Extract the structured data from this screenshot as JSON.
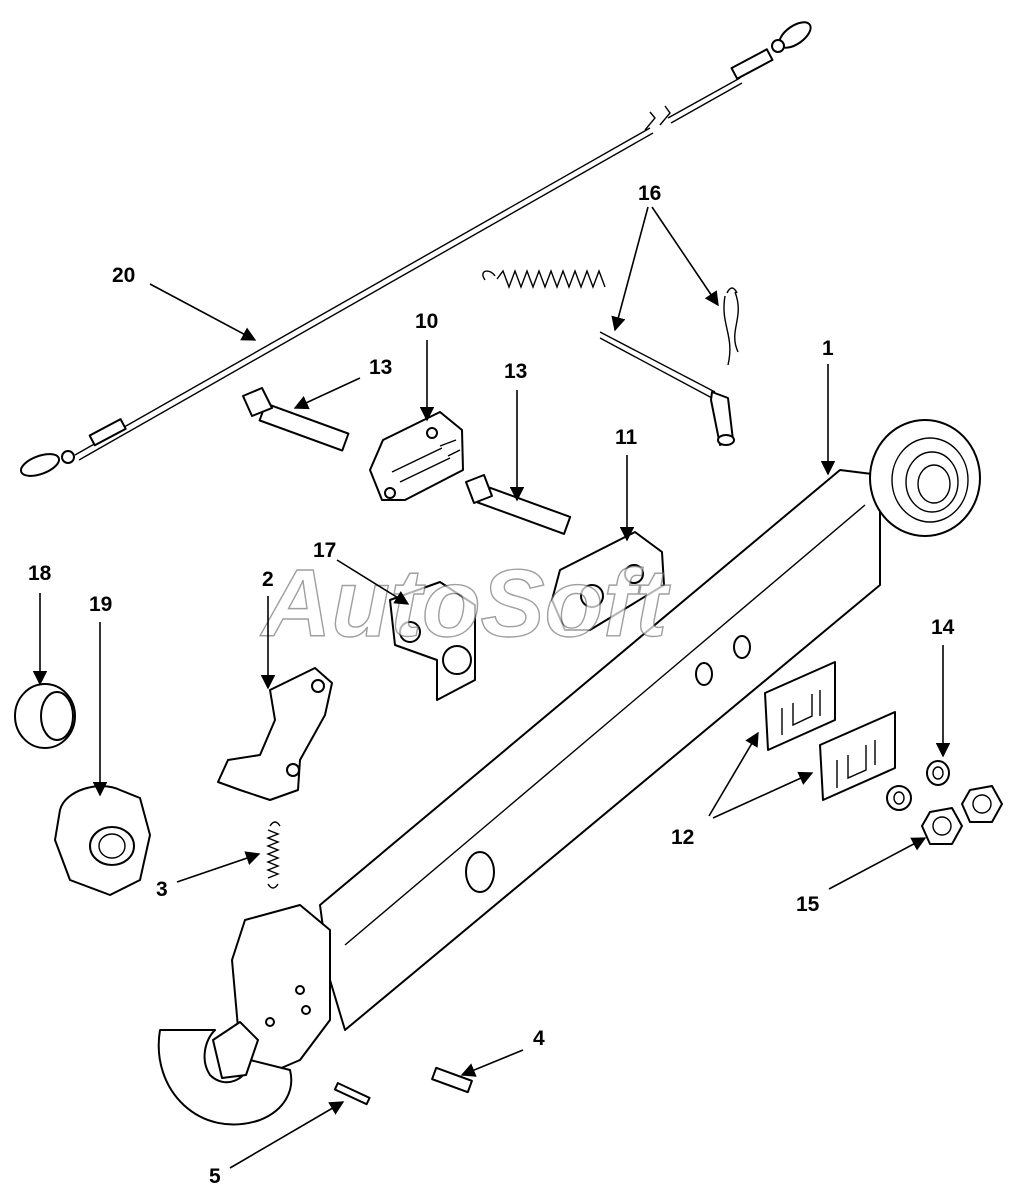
{
  "watermark": "AutoSoft",
  "callouts": [
    {
      "id": "c1",
      "label": "1"
    },
    {
      "id": "c2",
      "label": "2"
    },
    {
      "id": "c3",
      "label": "3"
    },
    {
      "id": "c4",
      "label": "4"
    },
    {
      "id": "c5",
      "label": "5"
    },
    {
      "id": "c10",
      "label": "10"
    },
    {
      "id": "c11",
      "label": "11"
    },
    {
      "id": "c12",
      "label": "12"
    },
    {
      "id": "c13a",
      "label": "13"
    },
    {
      "id": "c13b",
      "label": "13"
    },
    {
      "id": "c14",
      "label": "14"
    },
    {
      "id": "c15",
      "label": "15"
    },
    {
      "id": "c16",
      "label": "16"
    },
    {
      "id": "c17",
      "label": "17"
    },
    {
      "id": "c18",
      "label": "18"
    },
    {
      "id": "c19",
      "label": "19"
    },
    {
      "id": "c20",
      "label": "20"
    }
  ]
}
